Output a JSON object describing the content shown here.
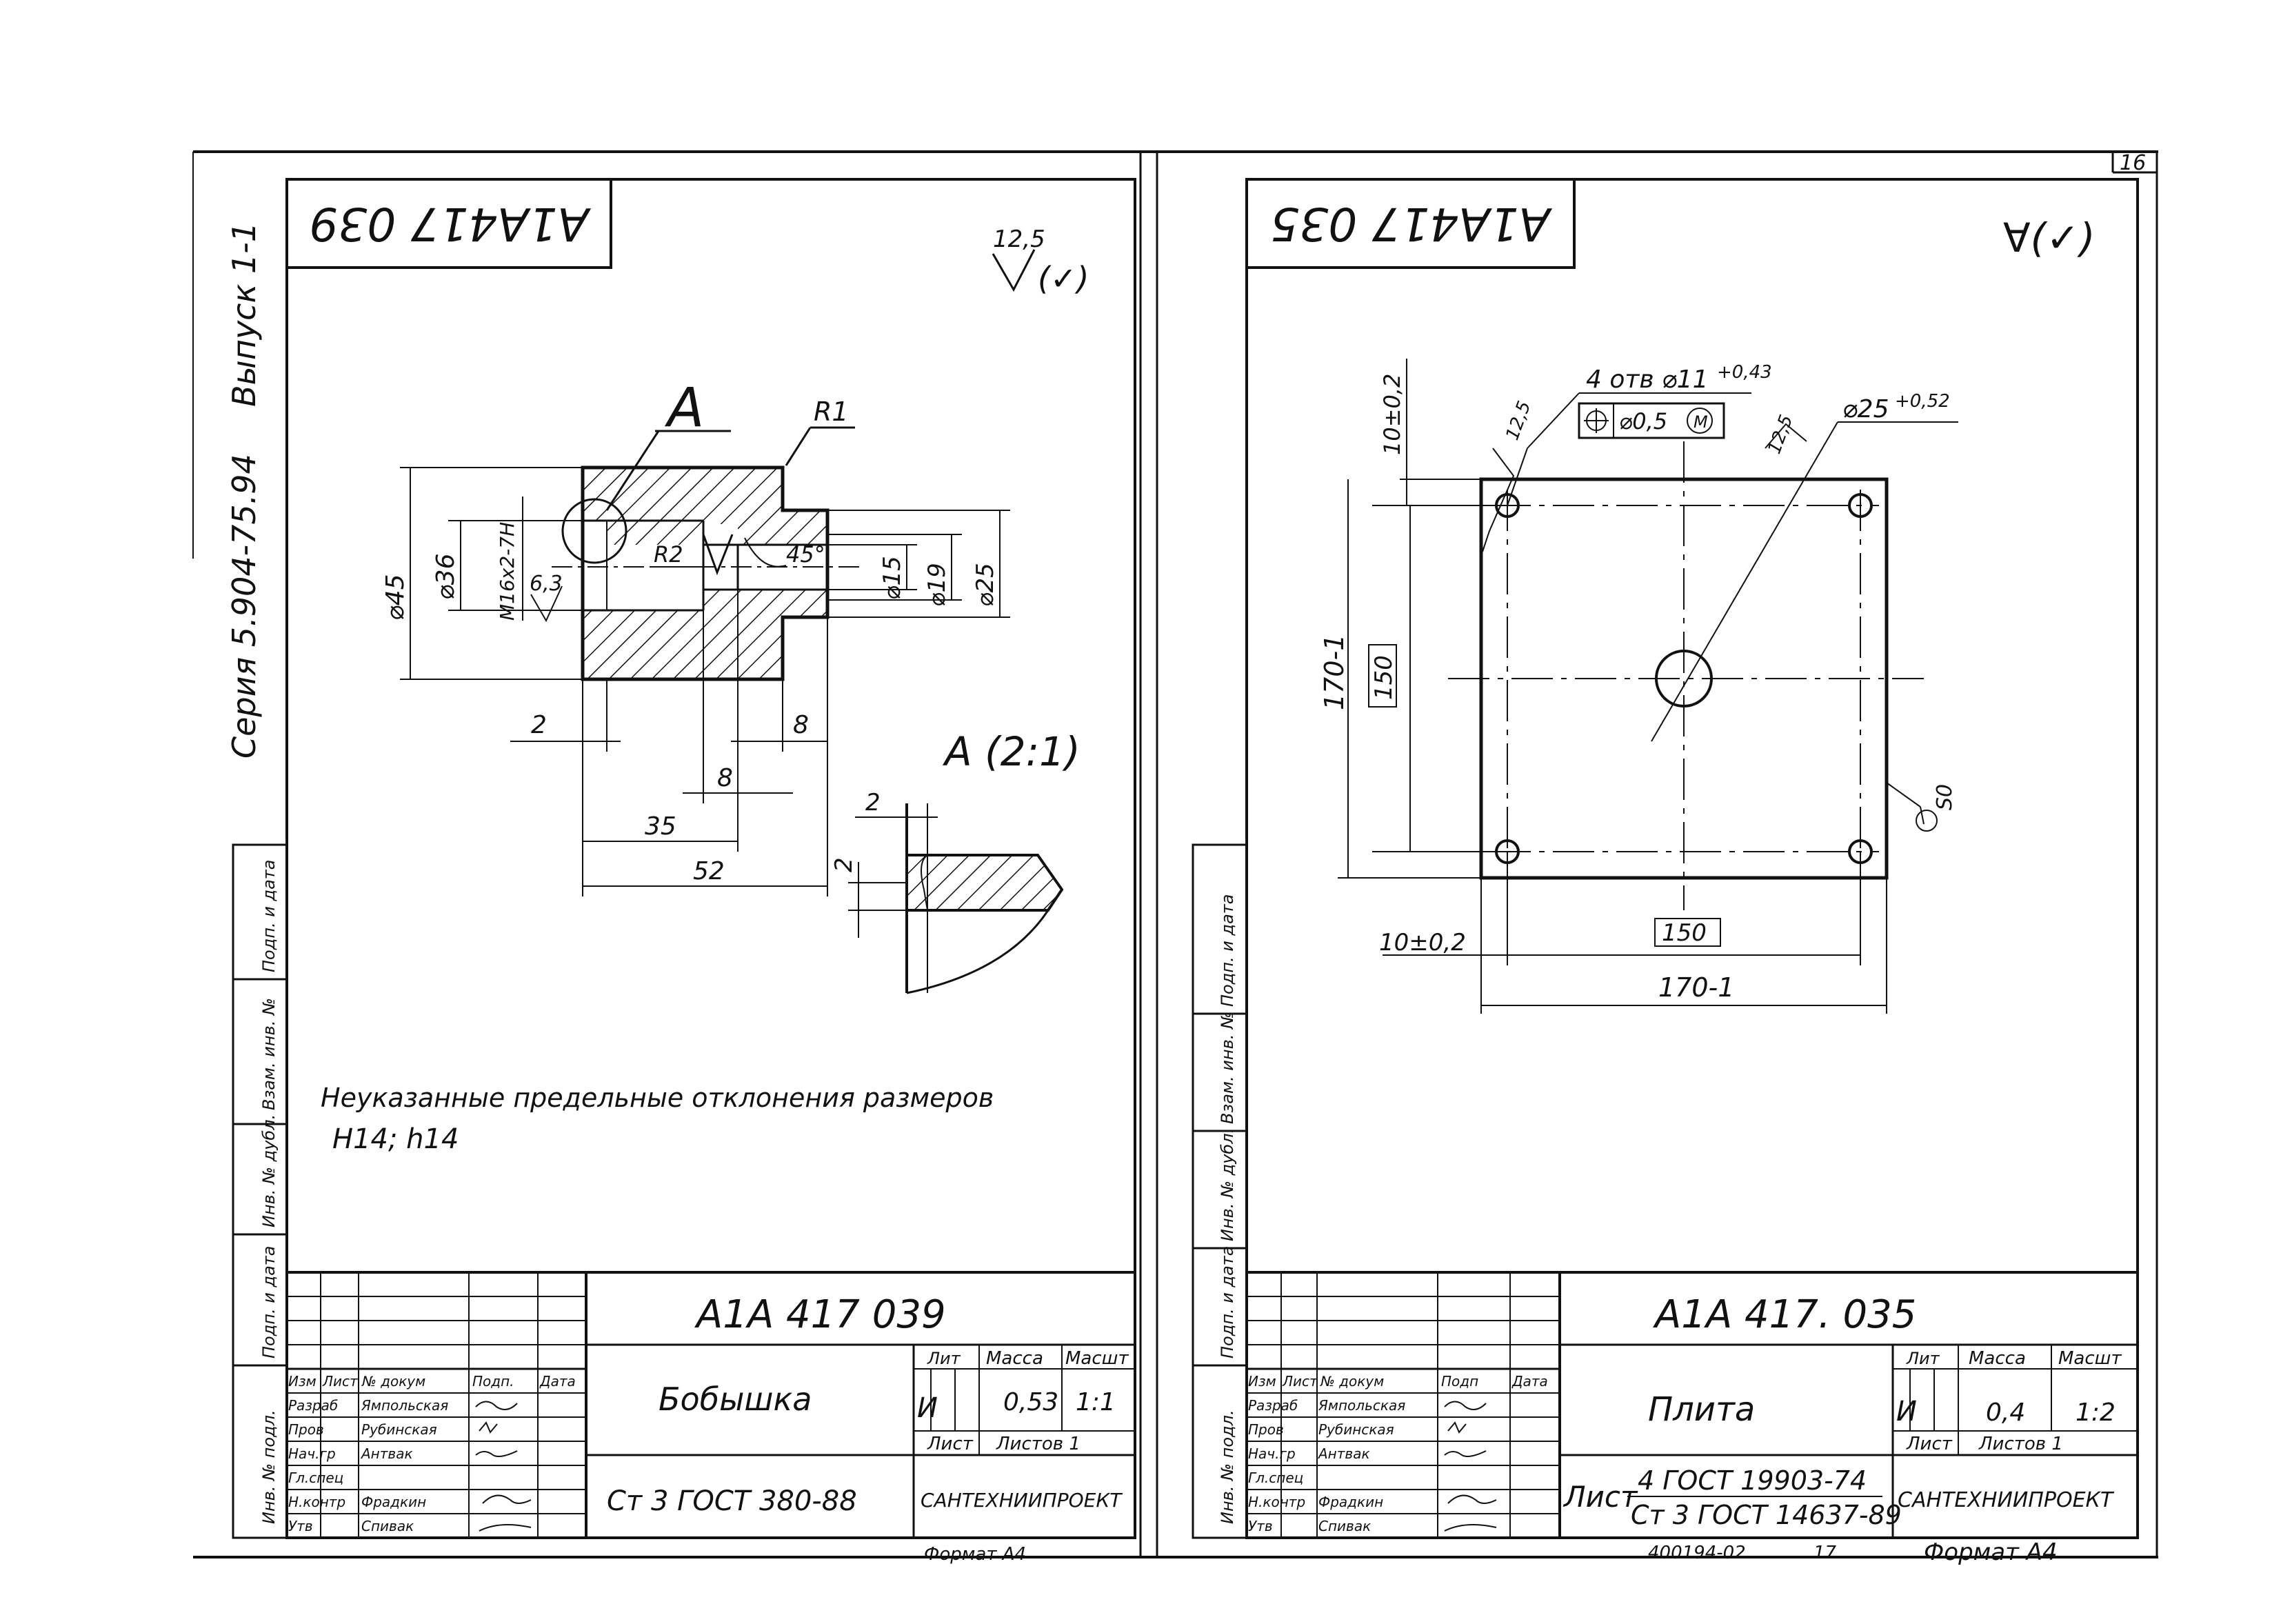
{
  "page_number": "16",
  "spine": {
    "series": "Серия 5.904-75.94",
    "issue": "Выпуск 1-1"
  },
  "left_strip_labels": [
    "Подп. и дата",
    "Взам. инв. №",
    "Инв. № дубл.",
    "Подп. и дата",
    "Инв. № подл."
  ],
  "sheet1": {
    "stamp": "А1А417 039",
    "roughness": "12,5",
    "section_label": "А",
    "radius": "R1",
    "dims_left": [
      "⌀45",
      "⌀36",
      "М16х2-7Н"
    ],
    "dims_right": [
      "⌀15",
      "⌀19",
      "⌀25"
    ],
    "r2": "R2",
    "angle": "45°",
    "surface": "6,3",
    "dims_bottom": [
      "2",
      "8",
      "8",
      "35",
      "52"
    ],
    "detail_label": "А (2:1)",
    "detail_dims": [
      "2",
      "2"
    ],
    "note_line1": "Неуказанные предельные отклонения размеров",
    "note_line2": "Н14; h14",
    "title_block": {
      "code": "А1А 417 039",
      "name": "Бобышка",
      "material": "Ст 3  ГОСТ 380-88",
      "lit_header": "Лит",
      "mass_header": "Масса",
      "scale_header": "Масшт",
      "lit": "И",
      "mass": "0,53",
      "scale": "1:1",
      "sheet": "Лист",
      "sheets": "Листов 1",
      "org": "САНТЕХНИИПРОЕКТ",
      "format": "Формат А4",
      "rows": [
        [
          "Изм",
          "Лист",
          "№ докум",
          "Подп.",
          "Дата"
        ],
        [
          "Разраб",
          "Ямпольская",
          "",
          "",
          ""
        ],
        [
          "Пров",
          "Рубинская",
          "",
          "",
          ""
        ],
        [
          "Нач.гр",
          "Антвак",
          "",
          "",
          ""
        ],
        [
          "Гл.спец",
          "",
          "",
          "",
          ""
        ],
        [
          "Н.контр",
          "Фрадкин",
          "",
          "",
          ""
        ],
        [
          "Утв",
          "Спивак",
          "",
          "",
          ""
        ]
      ]
    }
  },
  "sheet2": {
    "stamp": "А1А417 035",
    "roughness": "∀(✓)",
    "holes_label": "4 отв ⌀11",
    "holes_tol": "+0,43",
    "position_tol": "⌀0,5",
    "position_mod": "М",
    "center_hole": "⌀25",
    "center_tol": "+0,52",
    "rough1": "12,5",
    "rough2": "12,5",
    "dim_top": "10±0,2",
    "dim_170v": "170-1",
    "dim_150v": "150",
    "dim_10h": "10±0,2",
    "dim_150h": "150",
    "dim_170h": "170-1",
    "s50": "S0",
    "title_block": {
      "code": "А1А 417. 035",
      "name": "Плита",
      "material_prefix": "Лист",
      "material_top": "4  ГОСТ 19903-74",
      "material_bottom": "Ст 3  ГОСТ 14637-89",
      "lit_header": "Лит",
      "mass_header": "Масса",
      "scale_header": "Масшт",
      "lit": "И",
      "mass": "0,4",
      "scale": "1:2",
      "sheet": "Лист",
      "sheets": "Листов 1",
      "org": "САНТЕХНИИПРОЕКТ",
      "format": "Формат А4",
      "doc_number": "400194-02",
      "doc_sheet": "17",
      "rows": [
        [
          "Изм",
          "Лист",
          "№ докум",
          "Подп",
          "Дата"
        ],
        [
          "Разраб",
          "Ямпольская",
          "",
          "",
          ""
        ],
        [
          "Пров",
          "Рубинская",
          "",
          "",
          ""
        ],
        [
          "Нач.гр",
          "Антвак",
          "",
          "",
          ""
        ],
        [
          "Гл.спец",
          "",
          "",
          "",
          ""
        ],
        [
          "Н.контр",
          "Фрадкин",
          "",
          "",
          ""
        ],
        [
          "Утв",
          "Спивак",
          "",
          "",
          ""
        ]
      ]
    }
  }
}
